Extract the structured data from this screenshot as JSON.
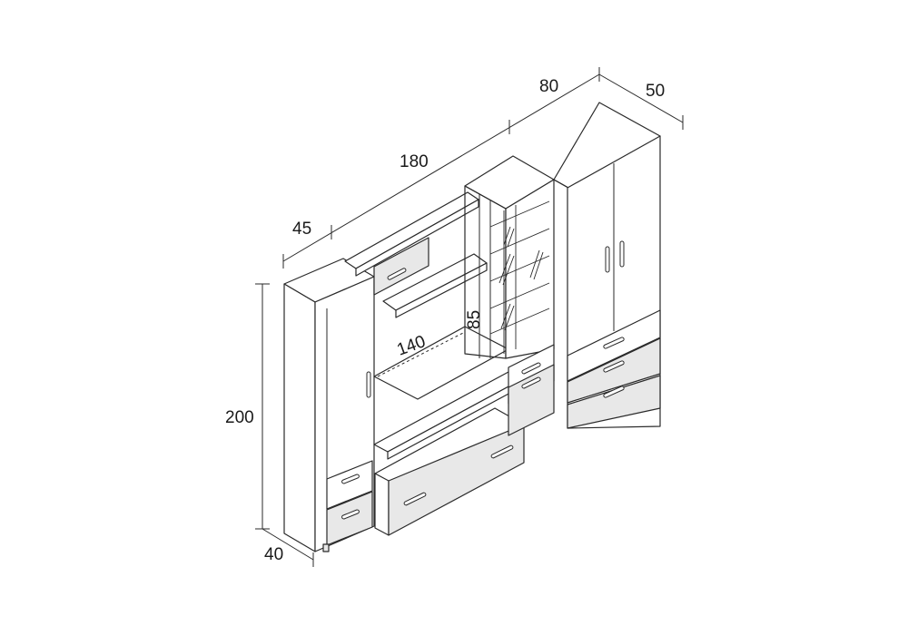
{
  "dimensions": {
    "width_overall": "180",
    "width_right_segment": "80",
    "depth_right": "50",
    "width_left_segment": "45",
    "height": "200",
    "depth_left": "40",
    "inner_width": "140",
    "inner_height": "85"
  },
  "colors": {
    "line": "#2a2a2a",
    "drawer_fill": "#e8e8e8",
    "background": "#ffffff"
  }
}
